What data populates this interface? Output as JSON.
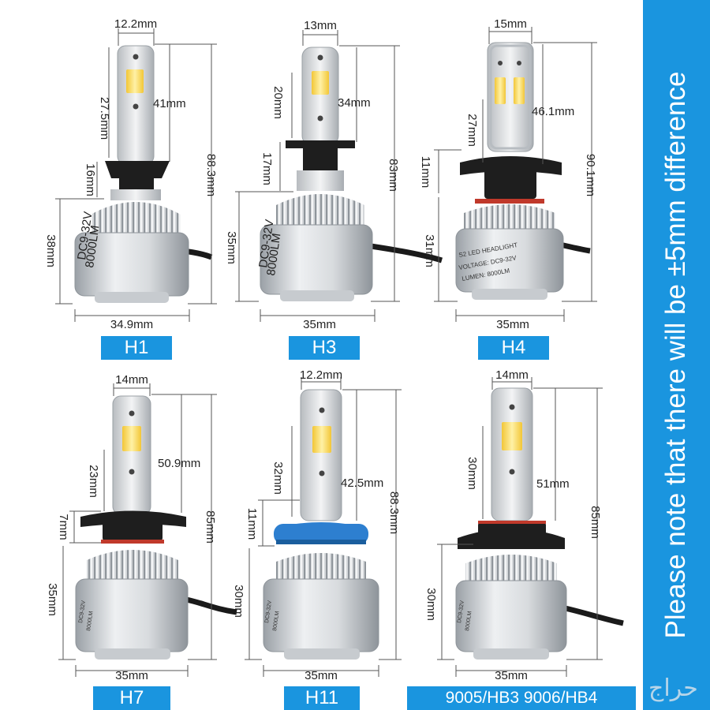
{
  "notice": "Please note that there will be ±5mm difference",
  "watermark": "حراج",
  "colors": {
    "accent": "#1a95df",
    "silver": "#cfd3d7",
    "chip": "#f4d24a",
    "base_dark": "#1c1c1c",
    "h11_ring": "#2d7fd0",
    "red_ring": "#c0392b"
  },
  "bulbs": [
    {
      "type": "H1",
      "chip_width": "12.2mm",
      "chip_height": "27.5mm",
      "led_height": "41mm",
      "base_height": "16mm",
      "body_height": "38mm",
      "total_height": "88.3mm",
      "body_width": "34.9mm",
      "label_text": "DC9-32V",
      "lumen_text": "8000LM"
    },
    {
      "type": "H3",
      "chip_width": "13mm",
      "chip_height": "20mm",
      "led_height": "34mm",
      "base_height": "17mm",
      "body_height": "35mm",
      "total_height": "83mm",
      "body_width": "35mm",
      "label_text": "DC9-32V",
      "lumen_text": "8000LM"
    },
    {
      "type": "H4",
      "chip_width": "15mm",
      "chip_height": "27mm",
      "led_height": "46.1mm",
      "base_height": "11mm",
      "body_height": "31mm",
      "total_height": "90.1mm",
      "body_width": "35mm",
      "label_text": "S2 LED HEADLIGHT",
      "voltage_text": "VOLTAGE: DC9-32V",
      "lumen_text": "LUMEN: 8000LM"
    },
    {
      "type": "H7",
      "chip_width": "14mm",
      "chip_height": "23mm",
      "led_height": "50.9mm",
      "base_height": "7mm",
      "body_height": "35mm",
      "total_height": "85mm",
      "body_width": "35mm",
      "label_text": "DC9-32V",
      "lumen_text": "8000LM"
    },
    {
      "type": "H11",
      "chip_width": "12.2mm",
      "chip_height": "32mm",
      "led_height": "42.5mm",
      "base_height": "11mm",
      "body_height": "30mm",
      "total_height": "88.3mm",
      "body_width": "35mm",
      "label_text": "DC9-32V",
      "lumen_text": "8000LM"
    },
    {
      "type": "9005/HB3 9006/HB4",
      "chip_width": "14mm",
      "chip_height": "30mm",
      "led_height": "51mm",
      "body_height": "30mm",
      "total_height": "85mm",
      "body_width": "35mm",
      "label_text": "DC9-32V",
      "lumen_text": "8000LM"
    }
  ]
}
